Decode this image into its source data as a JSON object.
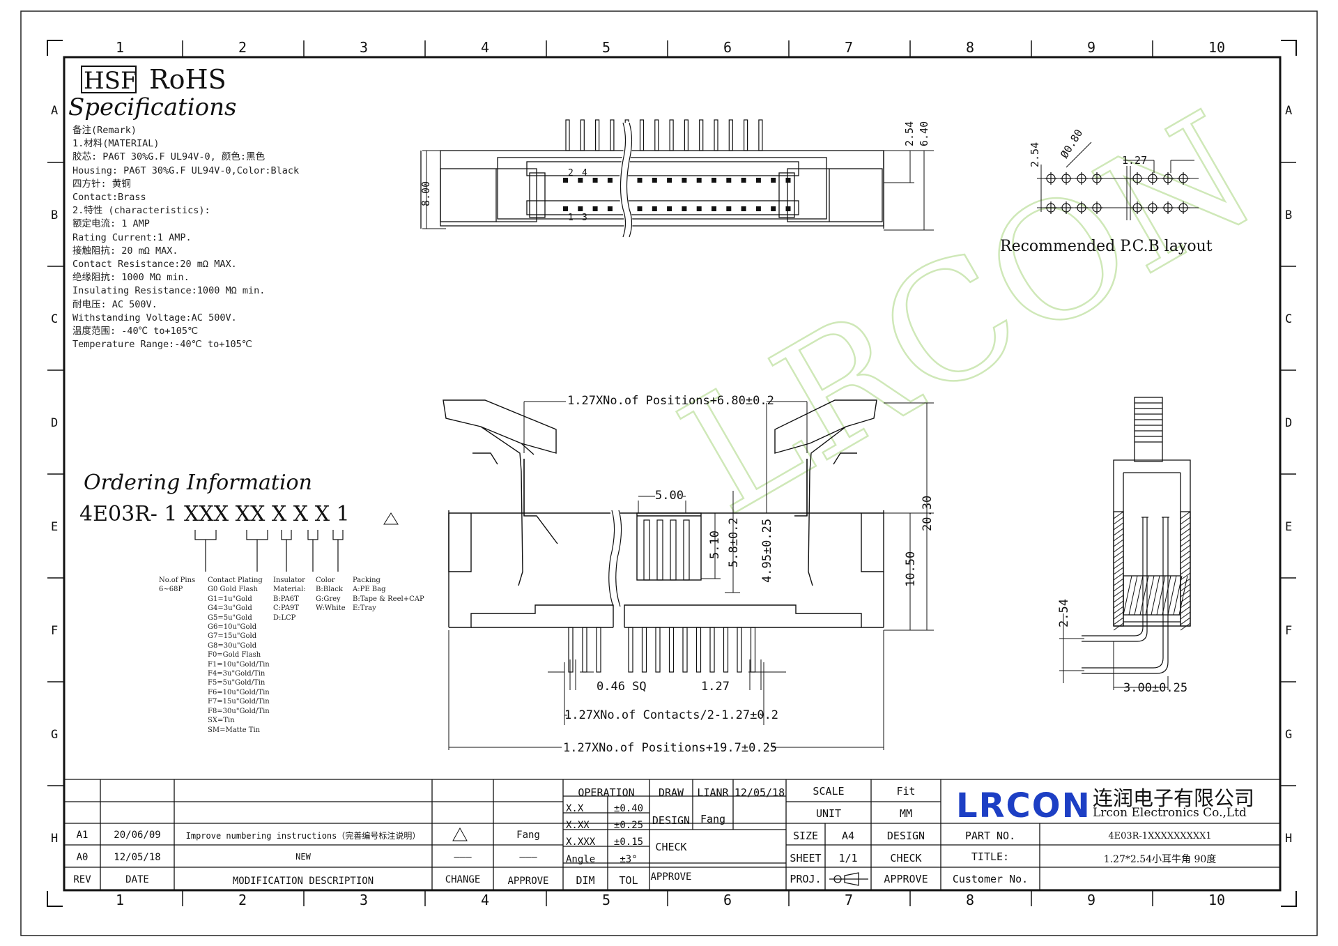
{
  "logo_hsf": "HSF",
  "logo_rohs": "RoHS",
  "specifications_title": "Specifications",
  "spec_lines": [
    "备注(Remark)",
    "1.材料(MATERIAL)",
    "胶芯: PA6T 30%G.F UL94V-0, 颜色:黑色",
    "Housing: PA6T 30%G.F UL94V-0,Color:Black",
    "四方针: 黄铜",
    "Contact:Brass",
    "2.特性 (characteristics):",
    "额定电流: 1 AMP",
    "Rating Current:1 AMP.",
    "接触阻抗: 20 mΩ MAX.",
    "Contact Resistance:20 mΩ MAX.",
    "绝缘阻抗: 1000 MΩ min.",
    "Insulating Resistance:1000 MΩ min.",
    "耐电压: AC 500V.",
    "Withstanding Voltage:AC 500V.",
    "温度范围: -40℃ to+105℃",
    "Temperature Range:-40℃ to+105℃"
  ],
  "ordering_title": "Ordering Information",
  "ordering_code": "4E03R- 1 XXX XX X X X 1",
  "ordering_legend": {
    "pins": [
      "No.of Pins",
      "6~68P"
    ],
    "plating": [
      "Contact Plating",
      "G0 Gold Flash",
      "G1=1u\"Gold",
      "G4=3u\"Gold",
      "G5=5u\"Gold",
      "G6=10u\"Gold",
      "G7=15u\"Gold",
      "G8=30u\"Gold",
      "F0=Gold Flash",
      "F1=10u\"Gold/Tin",
      "F4=3u\"Gold/Tin",
      "F5=5u\"Gold/Tin",
      "F6=10u\"Gold/Tin",
      "F7=15u\"Gold/Tin",
      "F8=30u\"Gold/Tin",
      "SX=Tin",
      "SM=Matte Tin"
    ],
    "insulator": [
      "Insulator",
      "Material:",
      "B:PA6T",
      "C:PA9T",
      "D:LCP"
    ],
    "color": [
      "Color",
      "B:Black",
      "G:Grey",
      "W:White"
    ],
    "packing": [
      "Packing",
      "A:PE Bag",
      "B:Tape & Reel+CAP",
      "E:Tray"
    ]
  },
  "grid_columns": [
    "1",
    "2",
    "3",
    "4",
    "5",
    "6",
    "7",
    "8",
    "9",
    "10"
  ],
  "grid_rows": [
    "A",
    "B",
    "C",
    "D",
    "E",
    "F",
    "G",
    "H"
  ],
  "dims": {
    "top_254": "2.54",
    "top_640": "6.40",
    "top_800": "8.00",
    "pin_2": "2",
    "pin_4": "4",
    "pin_1": "1",
    "pin_3": "3",
    "pcb_254": "2.54",
    "pcb_080": "Ø0.80",
    "pcb_127": "1.27",
    "pcb_caption": "Recommended P.C.B layout",
    "pos_top": "1.27XNo.of Positions+6.80±0.2",
    "d_500": "5.00",
    "d_510": "5.10",
    "d_58": "5.8±0.2",
    "d_495": "4.95±0.25",
    "d_2030": "20.30",
    "d_1050": "10.50",
    "d_046": "0.46 SQ",
    "d_127": "1.27",
    "d_contacts": "1.27XNo.of Contacts/2-1.27±0.2",
    "d_pos_bottom": "1.27XNo.of Positions+19.7±0.25",
    "side_254": "2.54",
    "side_300": "3.00±0.25"
  },
  "watermark": "LRCON",
  "title_block": {
    "operation": "OPERATION",
    "draw": "DRAW",
    "drawer": "LIANR",
    "draw_date": "12/05/18",
    "scale_label": "SCALE",
    "scale_value": "Fit",
    "design": "DESIGN",
    "designer": "Fang",
    "unit_label": "UNIT",
    "unit_value": "MM",
    "tol_rows": [
      {
        "dim": "X.X",
        "tol": "±0.40"
      },
      {
        "dim": "X.XX",
        "tol": "±0.25"
      },
      {
        "dim": "X.XXX",
        "tol": "±0.15"
      },
      {
        "dim": "Angle",
        "tol": "±3°"
      }
    ],
    "dim_label": "DIM",
    "tol_label": "TOL",
    "check": "CHECK",
    "approve": "APPROVE",
    "size_label": "SIZE",
    "size_value": "A4",
    "design2": "DESIGN",
    "sheet_label": "SHEET",
    "sheet_value": "1/1",
    "check2": "CHECK",
    "proj_label": "PROJ.",
    "approve2": "APPROVE",
    "company_logo": "LRCON",
    "company_cn": "连润电子有限公司",
    "company_en": "Lrcon Electronics Co.,Ltd",
    "part_no_label": "PART NO.",
    "part_no_value": "4E03R-1XXXXXXXXX1",
    "title_label": "TITLE:",
    "title_value": "1.27*2.54小耳牛角 90度",
    "customer_label": "Customer No.",
    "revisions": [
      {
        "rev": "A1",
        "date": "20/06/09",
        "desc": "Improve numbering instructions（完善编号标注说明）",
        "change": "⚠",
        "approve": "Fang"
      },
      {
        "rev": "A0",
        "date": "12/05/18",
        "desc": "NEW",
        "change": "———",
        "approve": "———"
      }
    ],
    "rev_label": "REV",
    "date_label": "DATE",
    "mod_label": "MODIFICATION DESCRIPTION",
    "change_label": "CHANGE",
    "approve_label": "APPROVE"
  }
}
